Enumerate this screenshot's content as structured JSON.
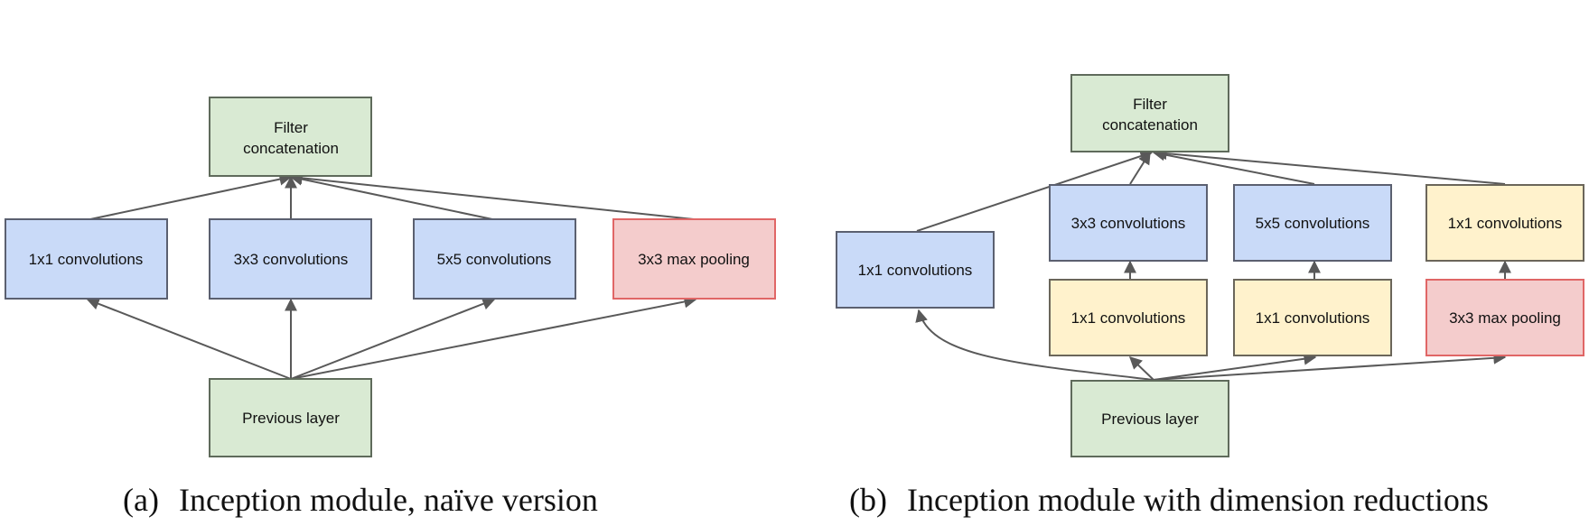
{
  "panel_a": {
    "caption": {
      "label": "(a)",
      "text": "Inception module, naïve version"
    },
    "filter": [
      "Filter",
      "concatenation"
    ],
    "conv1x1": "1x1 convolutions",
    "conv3x3": "3x3 convolutions",
    "conv5x5": "5x5 convolutions",
    "maxpool": "3x3 max pooling",
    "previous": "Previous layer"
  },
  "panel_b": {
    "caption": {
      "label": "(b)",
      "text": "Inception module with dimension reductions"
    },
    "filter": [
      "Filter",
      "concatenation"
    ],
    "conv1x1_left": "1x1 convolutions",
    "conv3x3": "3x3 convolutions",
    "conv5x5": "5x5 convolutions",
    "conv1x1_top_right": "1x1 convolutions",
    "reduce_3x3": "1x1 convolutions",
    "reduce_5x5": "1x1 convolutions",
    "maxpool": "3x3 max pooling",
    "previous": "Previous layer"
  },
  "colors": {
    "layer": "#d9ead3",
    "convolution": "#c9daf8",
    "reduction": "#fff2cc",
    "pooling": "#f4cccc",
    "pooling_border": "#e06666",
    "arrow": "#595959"
  }
}
